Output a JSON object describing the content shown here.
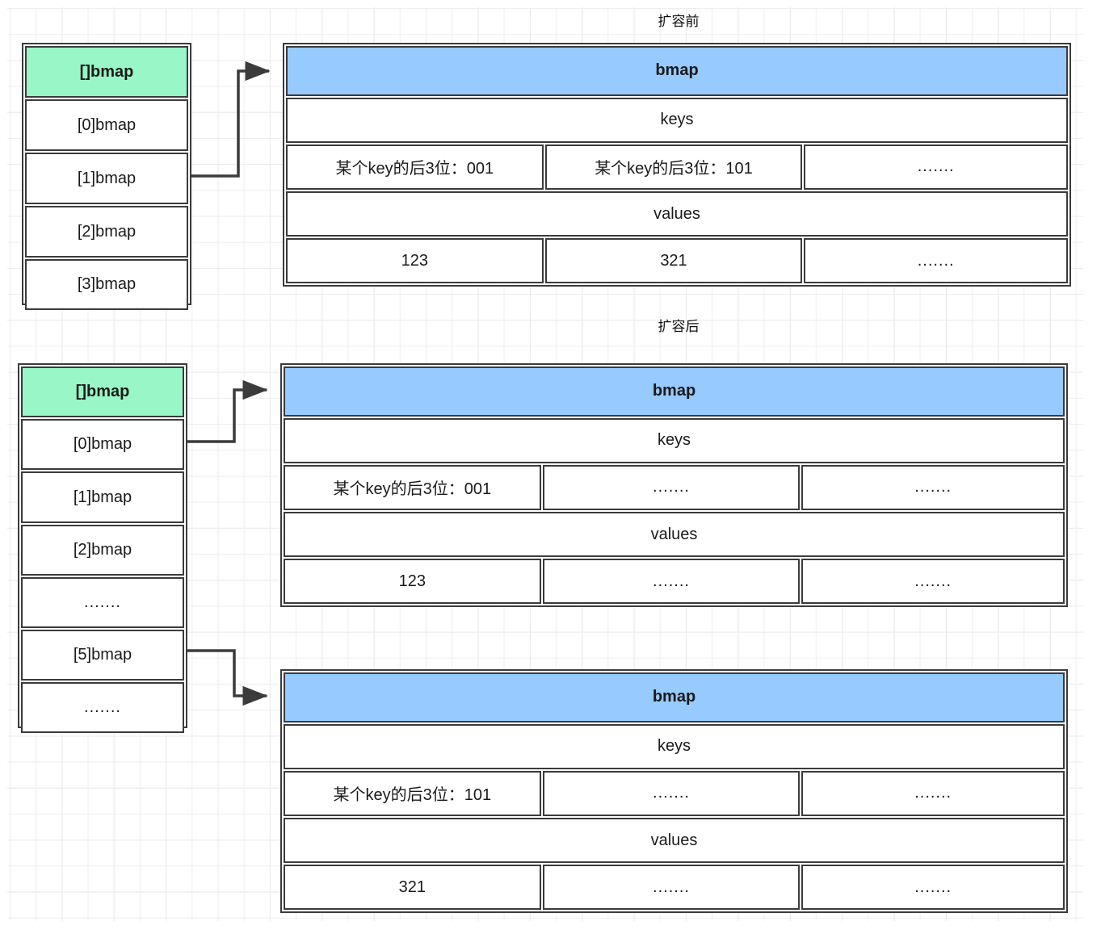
{
  "diagram": {
    "title_before": "扩容前",
    "title_after": "扩容后",
    "colors": {
      "array_header_green": "#99f7c7",
      "bmap_header_blue": "#97caff",
      "stroke": "#3b3b3b",
      "grid_minor": "#eeeeee",
      "grid_major": "#e2e2e2"
    }
  },
  "before": {
    "array": {
      "header": "[]bmap",
      "cells": [
        {
          "label": "[0]bmap"
        },
        {
          "label": "[1]bmap"
        },
        {
          "label": "[2]bmap"
        },
        {
          "label": "[3]bmap"
        }
      ]
    },
    "bmap": {
      "header": "bmap",
      "keys_label": "keys",
      "keys": [
        "某个key的后3位：001",
        "某个key的后3位：101",
        "......."
      ],
      "values_label": "values",
      "values": [
        "123",
        "321",
        "......."
      ]
    },
    "connector": {
      "from": "[1]bmap",
      "to": "bmap"
    }
  },
  "after": {
    "array": {
      "header": "[]bmap",
      "cells": [
        {
          "label": "[0]bmap"
        },
        {
          "label": "[1]bmap"
        },
        {
          "label": "[2]bmap"
        },
        {
          "label": "......."
        },
        {
          "label": "[5]bmap"
        },
        {
          "label": "......."
        }
      ]
    },
    "bmap_0": {
      "header": "bmap",
      "keys_label": "keys",
      "keys": [
        "某个key的后3位：001",
        ".......",
        "......."
      ],
      "values_label": "values",
      "values": [
        "123",
        ".......",
        "......."
      ]
    },
    "bmap_5": {
      "header": "bmap",
      "keys_label": "keys",
      "keys": [
        "某个key的后3位：101",
        ".......",
        "......."
      ],
      "values_label": "values",
      "values": [
        "321",
        ".......",
        "......."
      ]
    },
    "connectors": [
      {
        "from": "[0]bmap",
        "to": "bmap_0"
      },
      {
        "from": "[5]bmap",
        "to": "bmap_5"
      }
    ]
  }
}
